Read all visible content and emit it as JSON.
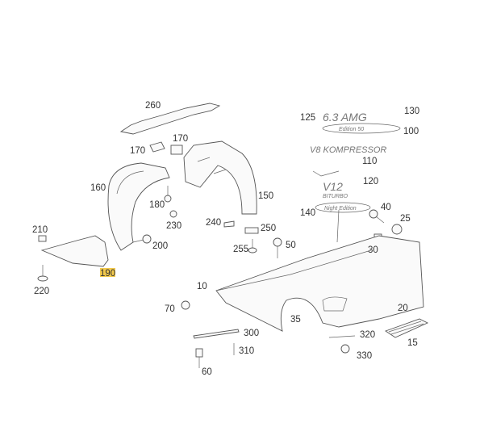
{
  "diagram": {
    "title": "Front fender, wheel housing liner and emblems parts diagram",
    "highlight_color": "#f2c94c",
    "callouts": [
      "260",
      "170",
      "170",
      "160",
      "150",
      "180",
      "230",
      "240",
      "250",
      "200",
      "210",
      "190",
      "220",
      "255",
      "50",
      "125",
      "130",
      "100",
      "110",
      "120",
      "140",
      "40",
      "25",
      "30",
      "10",
      "70",
      "35",
      "300",
      "310",
      "60",
      "20",
      "320",
      "330",
      "15"
    ],
    "selected_callout": "190",
    "emblems": {
      "amg": "6.3 AMG",
      "edition": "Edition 50",
      "v8": "V8 KOMPRESSOR",
      "v12": "V12",
      "biturbo": "BITURBO",
      "night": "Night Edition"
    }
  }
}
